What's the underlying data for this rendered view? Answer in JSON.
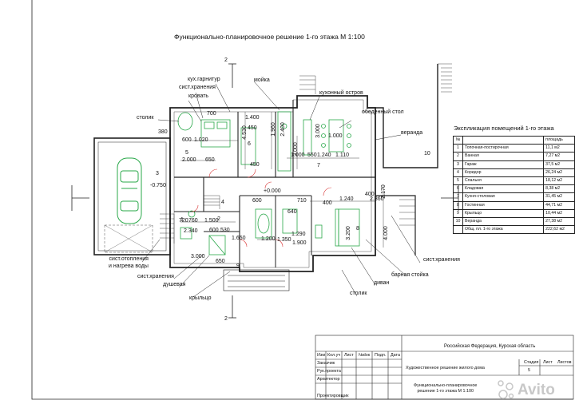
{
  "title": "Функционально-планировочное решение 1-го этажа М 1:100",
  "callouts": {
    "kitchen_set": "кух.гарнитур",
    "storage_top": "сист.хранения",
    "bed": "кровать",
    "sink": "мойка",
    "kitchen_island": "кухонный остров",
    "dining_table": "обеденный стол",
    "side_table": "столик",
    "veranda": "веранда",
    "heating": "сист.отопления\nи нагрева воды",
    "storage_left": "сист.хранения",
    "shower": "душевая",
    "porch": "крыльцо",
    "table_bottom": "столик",
    "sofa": "диван",
    "bar_counter": "барная стойка",
    "storage_right": "сист.хранения"
  },
  "level_marks": {
    "garage": "-0.750",
    "main": "+0.000"
  },
  "section_marks": [
    "2",
    "2"
  ],
  "room_numbers": [
    "1",
    "2",
    "3",
    "4",
    "5",
    "6",
    "7",
    "8",
    "9",
    "10"
  ],
  "dimensions": [
    "380",
    "600",
    "1.020",
    "2.000",
    "650",
    "1.400",
    "700",
    "450",
    "4.530",
    "1.960",
    "3.000",
    "1.000",
    "550",
    "1.240",
    "1.110",
    "1.000",
    "2.400",
    "3.000",
    "2.170",
    "400",
    "1.240",
    "2.360",
    "600",
    "720",
    "760",
    "1.500",
    "2.340",
    "1.650",
    "600",
    "530",
    "3.000",
    "1.200",
    "1.350",
    "1.290",
    "1.900",
    "3.200",
    "4.000",
    "710",
    "400",
    "640",
    "450",
    "650"
  ],
  "explication": {
    "title": "Экспликация помещений 1-го этажа",
    "headers": [
      "№",
      "",
      "площадь"
    ],
    "rows": [
      [
        "1",
        "Топочная-постирочная",
        "11,1 м2"
      ],
      [
        "2",
        "Ванная",
        "7,27 м2"
      ],
      [
        "3",
        "Гараж",
        "37,5  м2"
      ],
      [
        "4",
        "Коридор",
        "26,24 м2"
      ],
      [
        "5",
        "Спальня",
        "18,12 м2"
      ],
      [
        "6",
        "Кладовая",
        "8,38 м2"
      ],
      [
        "7",
        "Кухня-столовая",
        "31,45 м2"
      ],
      [
        "8",
        "Гостинная",
        "44,71 м2"
      ],
      [
        "9",
        "Крыльцо",
        "10,44 м2"
      ],
      [
        "10",
        "Веранда",
        "27,38 м2"
      ],
      [
        "",
        "Общ. пл. 1-го этажа",
        "222,62  м2"
      ]
    ]
  },
  "stamp": {
    "headers": [
      "Изм",
      "Кол.уч",
      "Лист",
      "№doк",
      "Подп.",
      "Дата"
    ],
    "roles": [
      "Заказчик",
      "Рук.проекта",
      "Архитектор",
      "Проектировщик"
    ],
    "region": "Российская Федерация, Курская область",
    "project": "Художественное решение жилого дома",
    "sheet_title": "Функционально-планировочное\nрешение 1-го этажа М 1:100",
    "stage_label": "Стадия",
    "sheet_label": "Лист",
    "sheets_label": "Листов",
    "sheet_value": "5"
  },
  "watermark": "Avito"
}
